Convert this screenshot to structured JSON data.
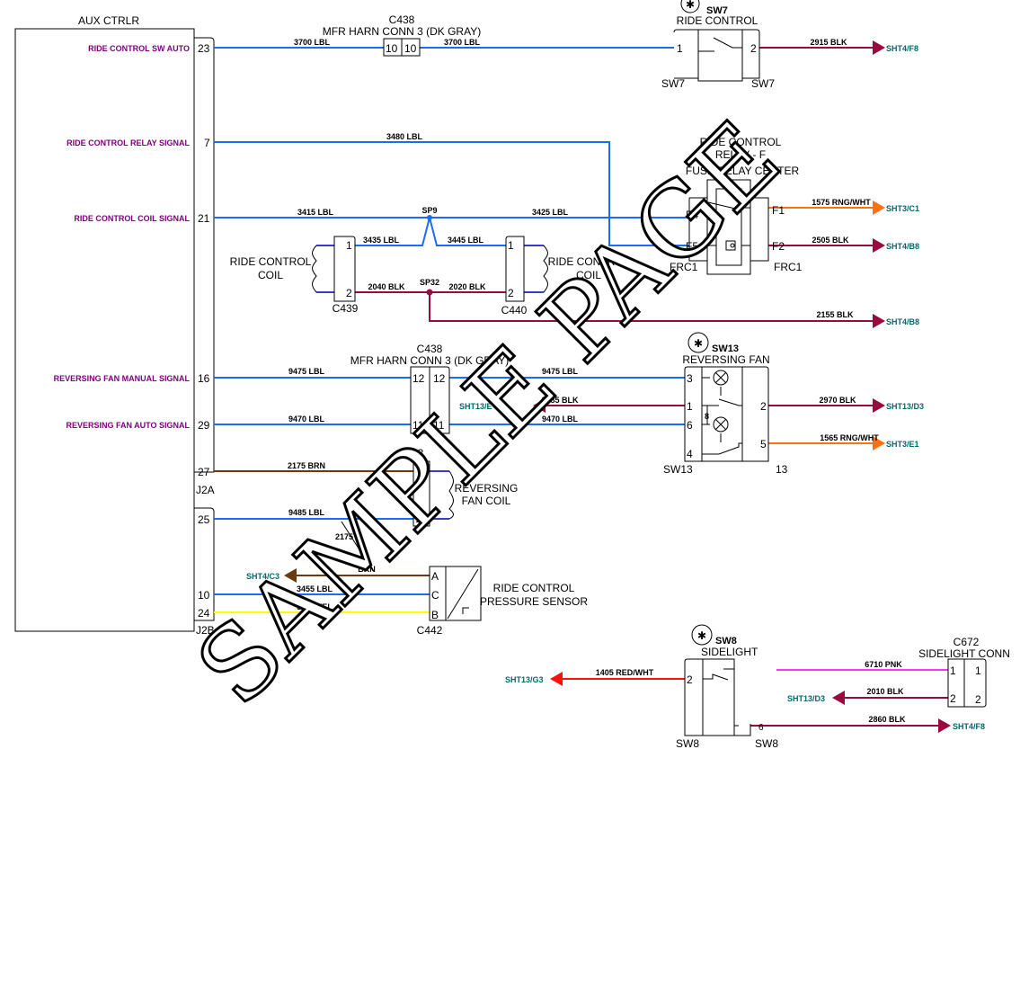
{
  "module": {
    "title": "AUX CTRLR",
    "connector_a": "J2A",
    "connector_b": "J2B"
  },
  "signals": [
    {
      "label": "RIDE CONTROL SW AUTO",
      "pin": "23"
    },
    {
      "label": "RIDE CONTROL RELAY SIGNAL",
      "pin": "7"
    },
    {
      "label": "RIDE CONTROL COIL SIGNAL",
      "pin": "21"
    },
    {
      "label": "REVERSING FAN MANUAL SIGNAL",
      "pin": "16"
    },
    {
      "label": "REVERSING FAN AUTO SIGNAL",
      "pin": "29"
    },
    {
      "label": "",
      "pin": "27"
    },
    {
      "label": "",
      "pin": "25"
    },
    {
      "label": "",
      "pin": "10"
    },
    {
      "label": "",
      "pin": "24"
    }
  ],
  "wires": {
    "w3700a": "3700 LBL",
    "w3700b": "3700 LBL",
    "w2915": "2915 BLK",
    "w3480": "3480 LBL",
    "w3415": "3415 LBL",
    "w3425": "3425 LBL",
    "w3435": "3435 LBL",
    "w3445": "3445 LBL",
    "w2040": "2040 BLK",
    "w2020": "2020 BLK",
    "w2155": "2155 BLK",
    "w1575": "1575 RNG/WHT",
    "w2505": "2505 BLK",
    "w9475a": "9475 LBL",
    "w9475b": "9475 LBL",
    "w9470a": "9470 LBL",
    "w9470b": "9470 LBL",
    "w2685": "2685 BLK",
    "w2970": "2970 BLK",
    "w1565": "1565 RNG/WHT",
    "w2175": "2175 BRN",
    "w9485": "9485 LBL",
    "w2175b": "2175",
    "wbrn": "BRN",
    "w3455": "3455 LBL",
    "w5105": "5105 YEL",
    "w1405": "1405 RED/WHT",
    "w6710": "6710 PNK",
    "w2010": "2010 BLK",
    "w2860": "2860 BLK"
  },
  "refs": {
    "r1": "SHT4/F8",
    "r2": "SHT3/C1",
    "r3": "SHT4/B8",
    "r4": "SHT4/B8",
    "r5": "SHT13/E",
    "r6": "SHT13/D3",
    "r7": "SHT3/E1",
    "r8": "SHT4/C3",
    "r9": "SHT13/G3",
    "r10": "SHT13/D3",
    "r11": "SHT4/F8"
  },
  "components": {
    "c438": {
      "id": "C438",
      "name": "MFR HARN CONN 3 (DK GRAY)",
      "pins": [
        "10",
        "10",
        "12",
        "12",
        "11",
        "11"
      ]
    },
    "sw7": {
      "id": "SW7",
      "name": "RIDE CONTROL",
      "pins": [
        "1",
        "2"
      ],
      "loc": "SW7"
    },
    "relay": {
      "l1": "RIDE CONTROL",
      "l2": "RELAY - F",
      "l3": "FUSE RELAY CENTER",
      "pins": [
        "F4",
        "F5",
        "F1",
        "F2"
      ],
      "loc": "FRC1"
    },
    "sp9": "SP9",
    "sp32": "SP32",
    "c439": {
      "id": "C439",
      "pins": [
        "1",
        "2"
      ]
    },
    "c440": {
      "id": "C440",
      "pins": [
        "1",
        "2"
      ]
    },
    "coil": {
      "l1": "RIDE CONTROL",
      "l2": "COIL"
    },
    "sw13": {
      "id": "SW13",
      "name": "REVERSING FAN",
      "pins": [
        "3",
        "1",
        "6",
        "4",
        "2",
        "5"
      ],
      "loc": "SW13",
      "loc2": "13",
      "inner": "8"
    },
    "c443": {
      "id": "C443",
      "pin": "1"
    },
    "fancoil": {
      "l1": "REVERSING",
      "l2": "FAN COIL"
    },
    "c442": {
      "id": "C442",
      "l1": "RIDE CONTROL",
      "l2": "PRESSURE SENSOR",
      "pins": [
        "A",
        "C",
        "B"
      ]
    },
    "sw8": {
      "id": "SW8",
      "name": "SIDELIGHT",
      "pins": [
        "2",
        "6"
      ],
      "loc": "SW8"
    },
    "c672": {
      "id": "C672",
      "name": "SIDELIGHT CONN",
      "pins": [
        "1",
        "1",
        "2",
        "2"
      ]
    }
  },
  "asterisk": "✱",
  "watermark": "SAMPLE PAGE",
  "colors": {
    "lbl": "#1a6cff",
    "blk": "#9b0a3c",
    "rng_wht": "#ff7010",
    "brn": "#6b3a10",
    "yel": "#ffff00",
    "pnk": "#ff33ff",
    "red_wht": "#ff1010",
    "signal_text": "#800080",
    "ref_text": "#006a6a"
  }
}
